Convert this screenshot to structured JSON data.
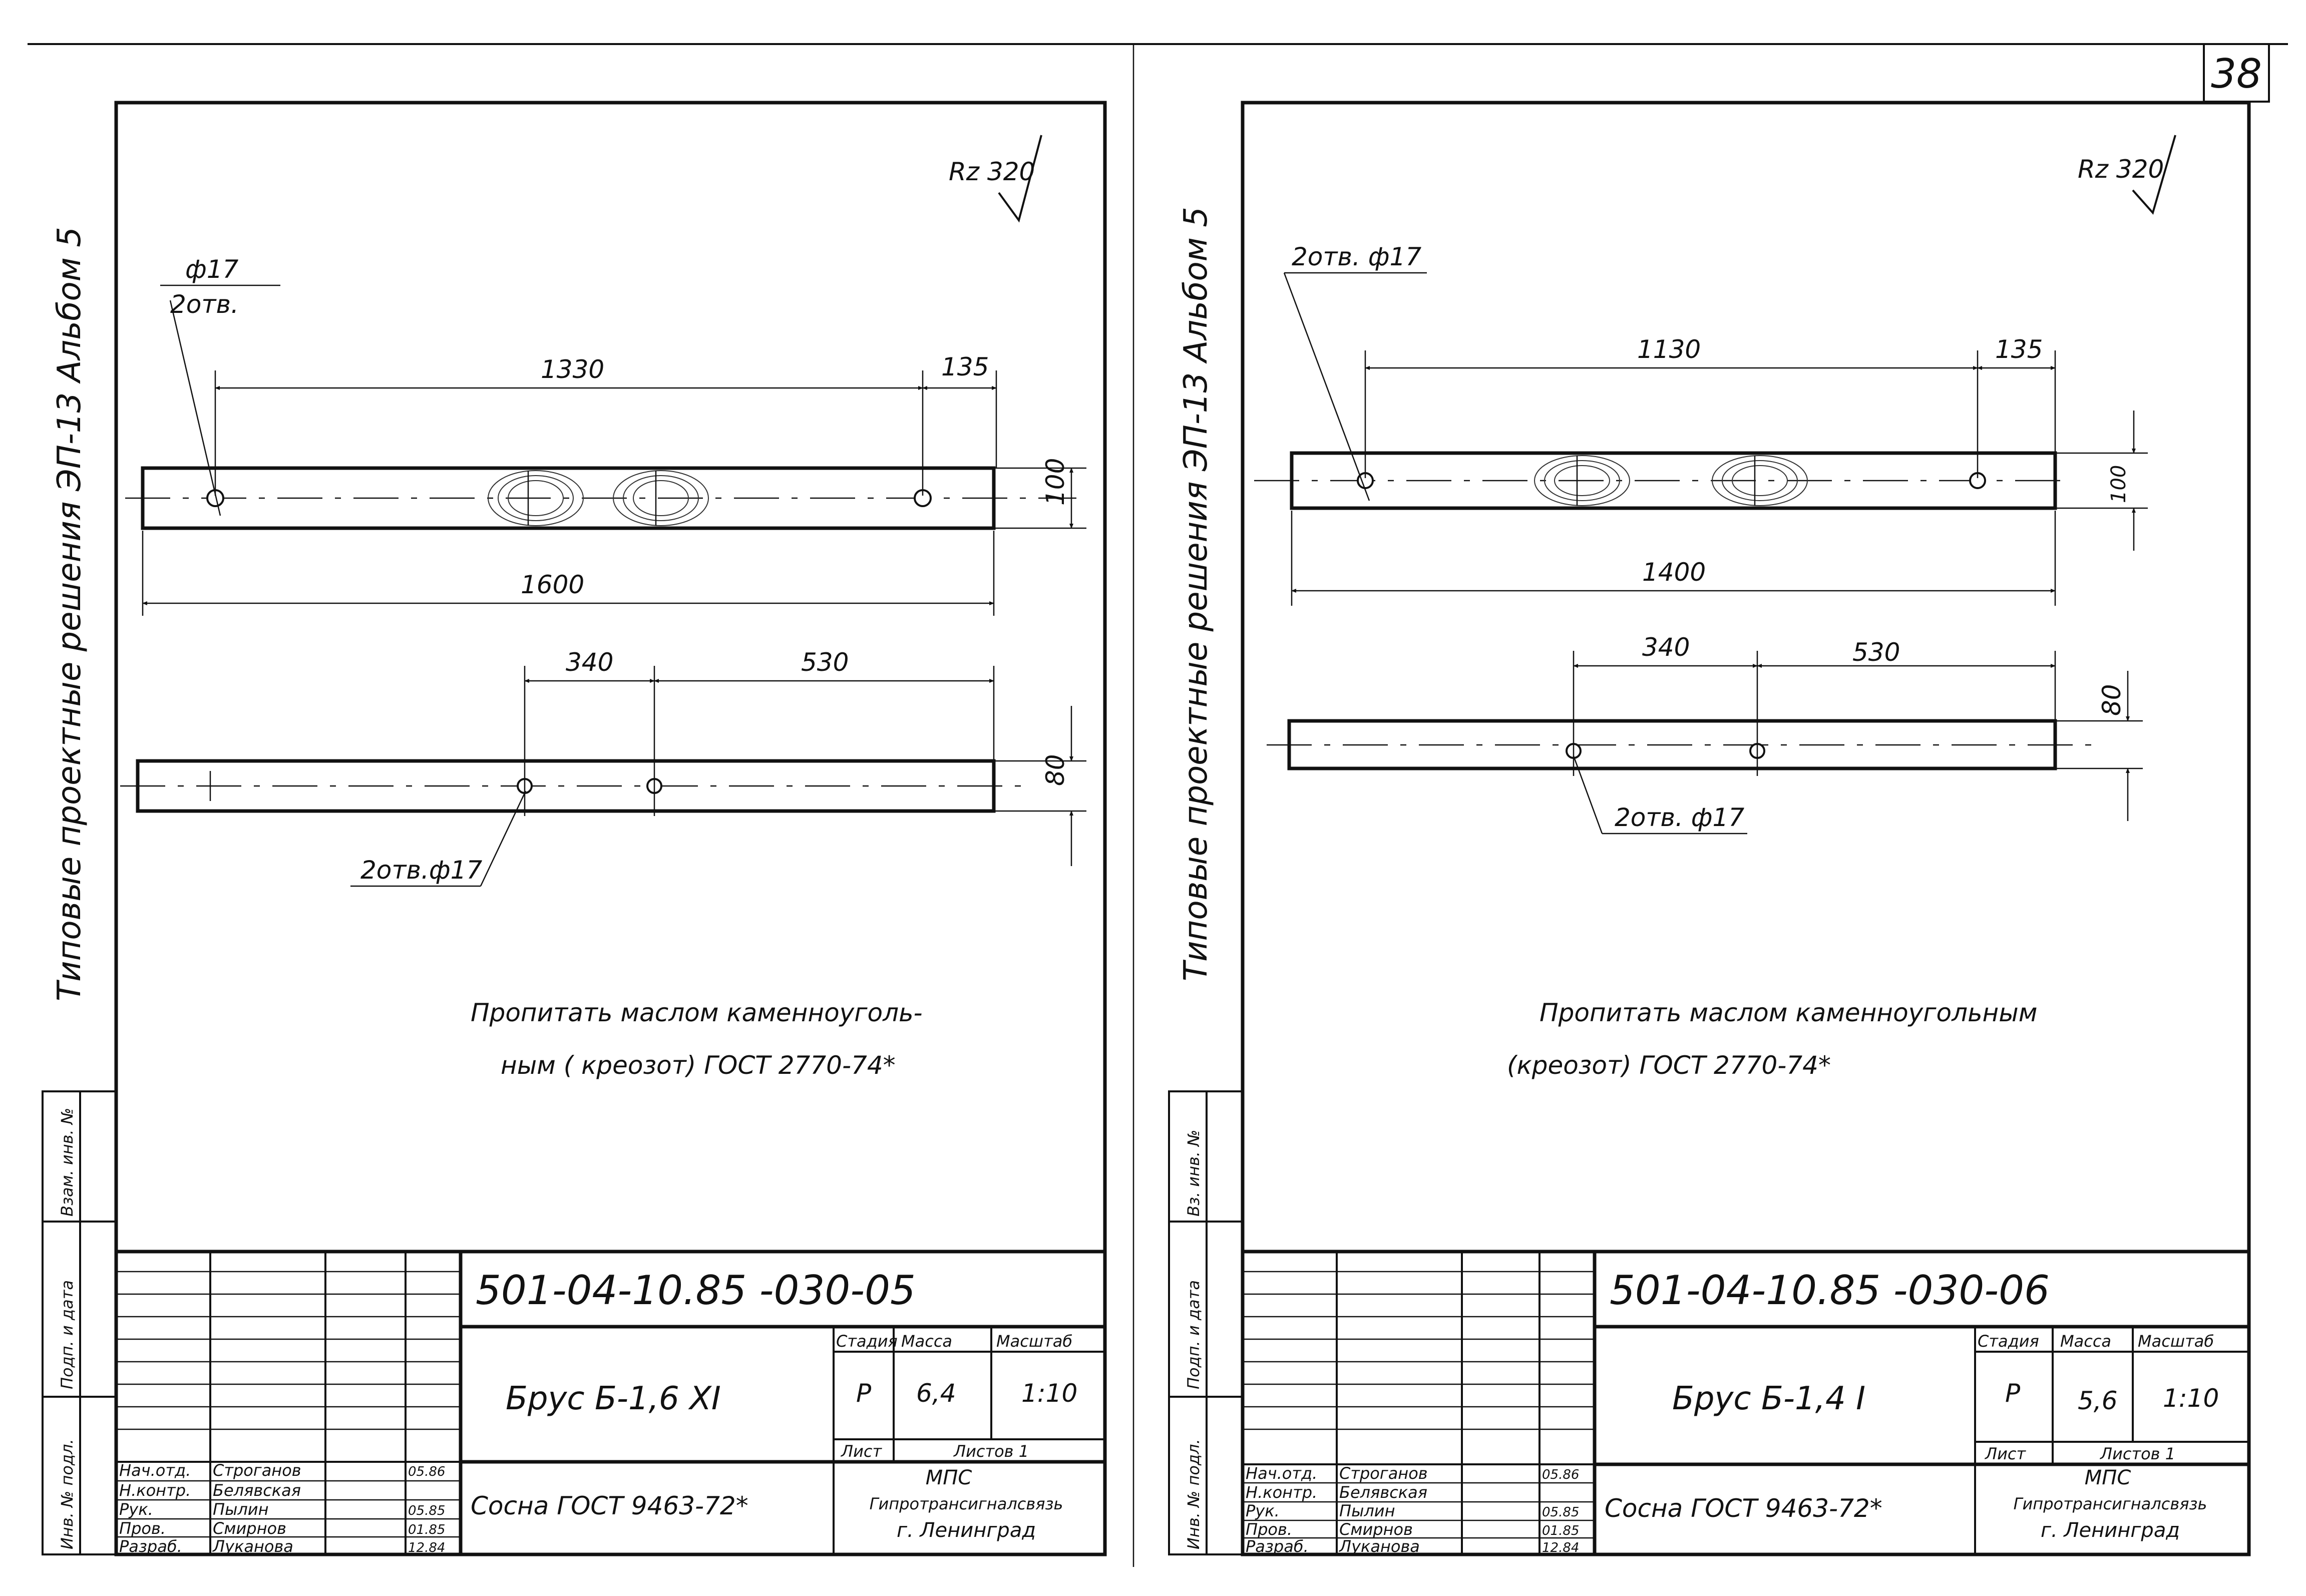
{
  "page_number": "38",
  "left": {
    "side_label": "Типовые проектные решения ЭП-13   Альбом 5",
    "roughness_symbol": "Rz 320",
    "hole_note_top": "ф17",
    "hole_note_top2": "2отв.",
    "hole_note_bottom": "2отв.ф17",
    "dims": {
      "d1330": "1330",
      "d135": "135",
      "d100": "100",
      "d1600": "1600",
      "d340": "340",
      "d530": "530",
      "d80": "80"
    },
    "note_line1": "Пропитать маслом каменноуголь-",
    "note_line2": "ным ( креозот)  ГОСТ 2770-74*",
    "stamp": {
      "code": "501-04-10.85  -030-05",
      "name": "Брус Б-1,6 XI",
      "material": "Сосна ГОСТ 9463-72*",
      "h_stage": "Стадия",
      "h_mass": "Масса",
      "h_scale": "Масштаб",
      "stage": "Р",
      "mass": "6,4",
      "scale": "1:10",
      "sheet": "Лист",
      "sheets": "Листов 1",
      "org1": "МПС",
      "org2": "Гипротрансигналсвязь",
      "org3": "г. Ленинград",
      "side_inv": "Взам. инв. №",
      "side_sign": "Подп. и дата",
      "side_inv_orig": "Инв. № подл.",
      "roles": [
        {
          "role": "Нач.отд.",
          "name": "Строганов",
          "date": "05.86"
        },
        {
          "role": "Н.контр.",
          "name": "Белявская",
          "date": ""
        },
        {
          "role": "Рук.",
          "name": "Пылин",
          "date": "05.85"
        },
        {
          "role": "Пров.",
          "name": "Смирнов",
          "date": "01.85"
        },
        {
          "role": "Разраб.",
          "name": "Луканова",
          "date": "12.84"
        }
      ]
    }
  },
  "right": {
    "side_label": "Типовые проектные решения ЭП-13   Альбом 5",
    "roughness_symbol": "Rz 320",
    "hole_note_top": "2отв. ф17",
    "hole_note_bottom": "2отв. ф17",
    "dims": {
      "d1130": "1130",
      "d135": "135",
      "d100": "100",
      "d1400": "1400",
      "d340": "340",
      "d530": "530",
      "d80": "80"
    },
    "note_line1": "Пропитать маслом каменноугольным",
    "note_line2": "(креозот)  ГОСТ 2770-74*",
    "stamp": {
      "code": "501-04-10.85  -030-06",
      "name": "Брус Б-1,4 I",
      "material": "Сосна ГОСТ 9463-72*",
      "h_stage": "Стадия",
      "h_mass": "Масса",
      "h_scale": "Масштаб",
      "stage": "Р",
      "mass": "5,6",
      "scale": "1:10",
      "sheet": "Лист",
      "sheets": "Листов 1",
      "org1": "МПС",
      "org2": "Гипротрансигналсвязь",
      "org3": "г. Ленинград",
      "side_inv": "Вз. инв. №",
      "side_sign": "Подп. и дата",
      "side_inv_orig": "Инв. № подл.",
      "roles": [
        {
          "role": "Нач.отд.",
          "name": "Строганов",
          "date": "05.86"
        },
        {
          "role": "Н.контр.",
          "name": "Белявская",
          "date": ""
        },
        {
          "role": "Рук.",
          "name": "Пылин",
          "date": "05.85"
        },
        {
          "role": "Пров.",
          "name": "Смирнов",
          "date": "01.85"
        },
        {
          "role": "Разраб.",
          "name": "Луканова",
          "date": "12.84"
        }
      ]
    }
  }
}
